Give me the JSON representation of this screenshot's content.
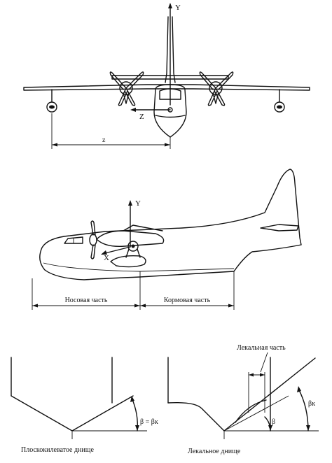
{
  "front_view": {
    "axis_y": "Y",
    "axis_z": "Z",
    "dim_z": "z"
  },
  "side_view": {
    "axis_y": "Y",
    "axis_x": "X",
    "bow_label": "Носовая часть",
    "stern_label": "Кормовая часть"
  },
  "hull_bottoms": {
    "left_caption": "Плоскокилеватое днище",
    "left_angle": "β = βк",
    "right_caption": "Лекальное днище",
    "right_top_label": "Лекальная часть",
    "right_beta": "β",
    "right_beta_k": "βк"
  }
}
